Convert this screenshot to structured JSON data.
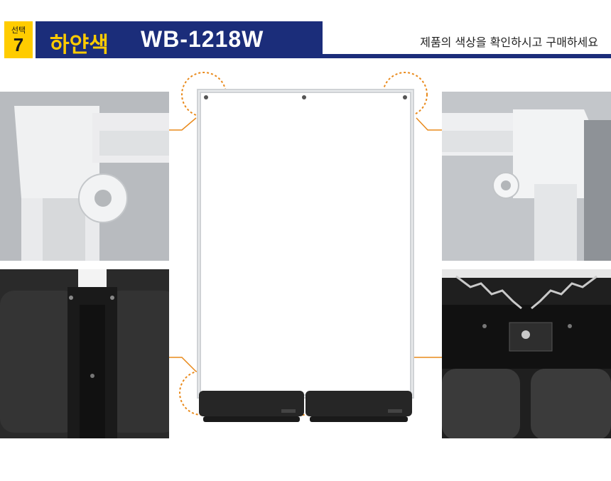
{
  "header": {
    "badge_top": "선택",
    "badge_num": "7",
    "color_name": "하얀색",
    "model": "WB-1218W",
    "note": "제품의 색상을 확인하시고 구매하세요"
  },
  "colors": {
    "navy": "#1b2d7a",
    "yellow": "#ffcc00",
    "callout": "#e98a1c"
  },
  "details": [
    {
      "name": "top-left-corner-detail",
      "icon": "frame-corner-bracket"
    },
    {
      "name": "base-post-detail",
      "icon": "frame-post-base"
    },
    {
      "name": "top-right-corner-detail",
      "icon": "frame-corner-bracket"
    },
    {
      "name": "spring-hinge-detail",
      "icon": "spring-hinge"
    }
  ]
}
